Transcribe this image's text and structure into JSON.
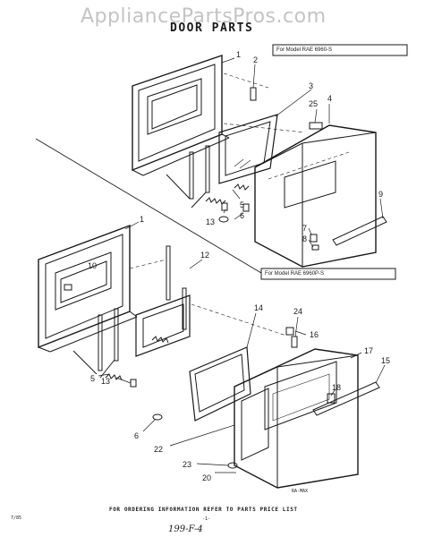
{
  "watermark": "AppliancePartsPros.com",
  "title": "DOOR PARTS",
  "models": {
    "upper": "For Model RAE 6960-S",
    "lower": "For Model RAE 6960P-S"
  },
  "footer": "FOR ORDERING INFORMATION REFER TO PARTS PRICE LIST",
  "art_code": "RA-MAX",
  "page_code": "7/85",
  "page_number": "-1-",
  "handwritten": "199-F-4",
  "callouts": {
    "c1a": "1",
    "c2": "2",
    "c3": "3",
    "c25": "25",
    "c4": "4",
    "c5a": "5",
    "c13a": "13",
    "c6a": "6",
    "c9": "9",
    "c7": "7",
    "c8": "8",
    "c1b": "1",
    "c10": "10",
    "c12": "12",
    "c14": "14",
    "c24": "24",
    "c16": "16",
    "c17": "17",
    "c15": "15",
    "c18": "18",
    "c5b": "5",
    "c13b": "13",
    "c6b": "6",
    "c22": "22",
    "c23": "23",
    "c20": "20"
  },
  "colors": {
    "ink": "#1a1a1a",
    "watermark": "#c4c4c4",
    "paper": "#ffffff"
  }
}
